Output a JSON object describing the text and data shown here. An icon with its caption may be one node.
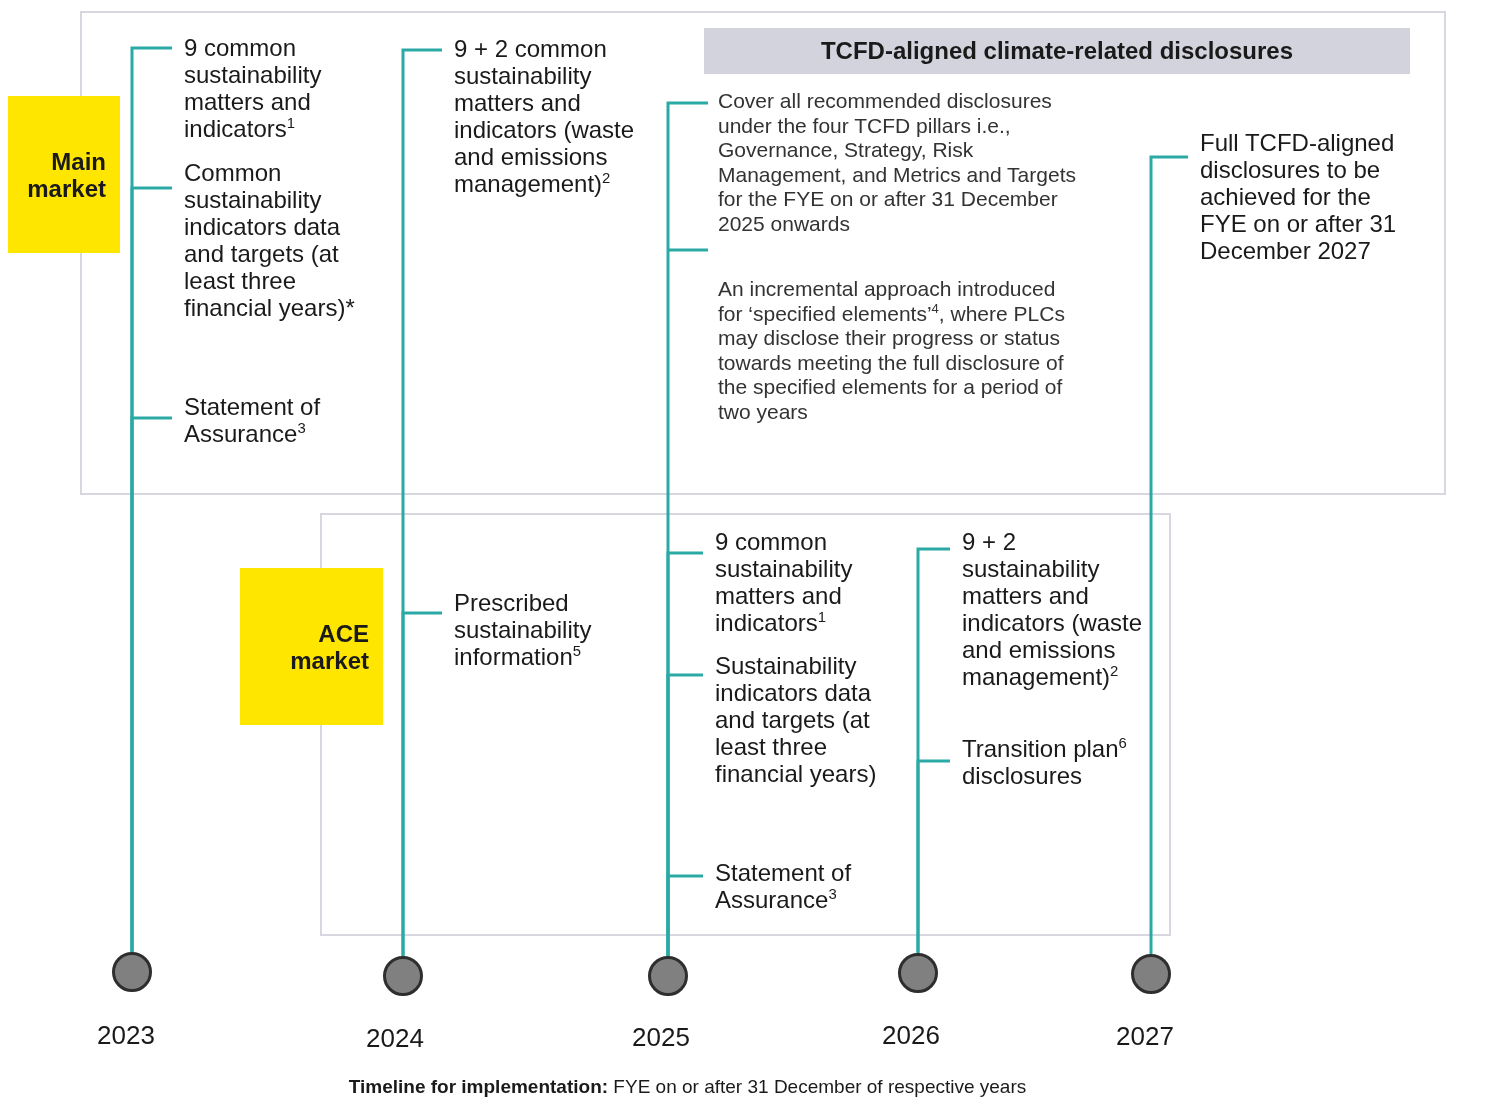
{
  "diagram": {
    "caption": "**Timeline for implementation:** FYE on or after 31 December of respective years",
    "nodes": [
      {
        "text": [
          "Main market"
        ]
      },
      {
        "text": [
          "9 common sustainability matters and indicators$^{1}$"
        ]
      },
      {
        "text": [
          "Common sustainability indicators data and targets (at least three financial years)*"
        ]
      },
      {
        "text": [
          "Statement of Assurance$^{3}$"
        ]
      },
      {
        "text": [
          "9 + 2 common sustainability matters and indicators (waste and emissions management)$^{2}$"
        ]
      },
      {
        "text": [
          "TCFD-aligned climate-related disclosures"
        ]
      },
      {
        "text": [
          "Cover all recommended disclosures under the four TCFD pillars i.e., Governance, Strategy, Risk Management, and Metrics and Targets for the FYE on or after 31 December 2025 onwards"
        ]
      },
      {
        "text": [
          "An incremental approach introduced for ‘specified elements’$^{4}$, where PLCs may disclose their progress or status towards meeting the full disclosure of the specified elements for a period of two years"
        ]
      },
      {
        "text": [
          "Full TCFD-aligned disclosures to be achieved for the FYE on or after 31 December 2027"
        ]
      },
      {
        "text": [
          "ACE market"
        ]
      },
      {
        "text": [
          "Prescribed sustainability information$^{5}$"
        ]
      },
      {
        "text": [
          "9 common sustainability matters and indicators$^{1}$"
        ]
      },
      {
        "text": [
          "Sustainability indicators data and targets (at least three financial years)"
        ]
      },
      {
        "text": [
          "Statement of Assurance$^{3}$"
        ]
      },
      {
        "text": [
          "9 + 2 sustainability matters and indicators (waste and emissions management)$^{2}$"
        ]
      },
      {
        "text": [
          "Transition plan$^{6}$ disclosures"
        ]
      },
      {
        "text": [],
        "shape": "circle",
        "beside": [
          "2023"
        ]
      },
      {
        "text": [],
        "shape": "circle",
        "beside": [
          "2024"
        ]
      },
      {
        "text": [],
        "shape": "circle",
        "beside": [
          "2025"
        ]
      },
      {
        "text": [],
        "shape": "circle",
        "beside": [
          "2026"
        ]
      },
      {
        "text": [],
        "shape": "circle",
        "beside": [
          "2027"
        ]
      }
    ],
    "edges": [
      {
        "from": 16,
        "to": 1,
        "arrow": "none"
      },
      {
        "from": 16,
        "to": 2,
        "arrow": "none"
      },
      {
        "from": 16,
        "to": 3,
        "arrow": "none"
      },
      {
        "from": 17,
        "to": 4,
        "arrow": "none"
      },
      {
        "from": 17,
        "to": 10,
        "arrow": "none"
      },
      {
        "from": 18,
        "to": 6,
        "arrow": "none"
      },
      {
        "from": 18,
        "to": 11,
        "arrow": "none"
      },
      {
        "from": 18,
        "to": 12,
        "arrow": "none"
      },
      {
        "from": 18,
        "to": 13,
        "arrow": "none"
      },
      {
        "from": 19,
        "to": 14,
        "arrow": "none"
      },
      {
        "from": 19,
        "to": 15,
        "arrow": "none"
      },
      {
        "from": 20,
        "to": 8,
        "arrow": "none"
      }
    ]
  }
}
